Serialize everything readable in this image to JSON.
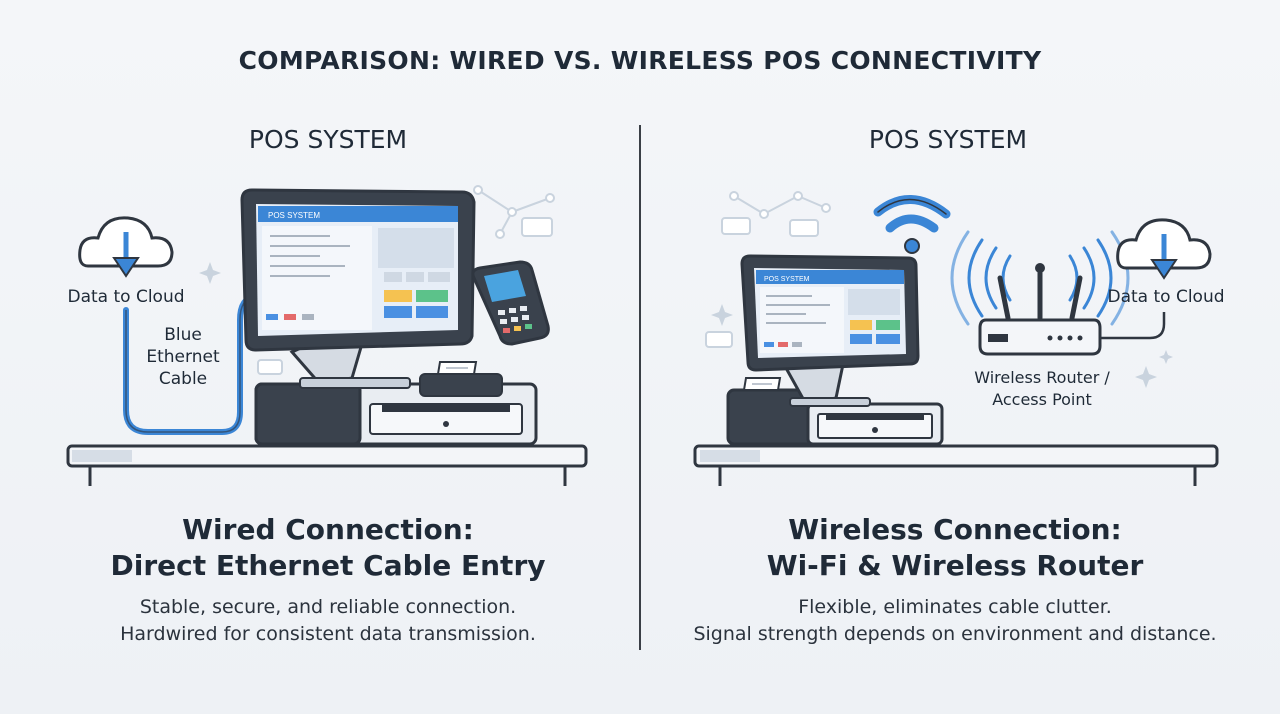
{
  "title": "COMPARISON: WIRED VS. WIRELESS POS CONNECTIVITY",
  "wired": {
    "heading": "POS SYSTEM",
    "screen_title": "POS SYSTEM",
    "cloud_label": "Data to Cloud",
    "cable_label_1": "Blue",
    "cable_label_2": "Ethernet",
    "cable_label_3": "Cable",
    "caption_title_1": "Wired Connection:",
    "caption_title_2": "Direct Ethernet Cable Entry",
    "caption_body_1": "Stable, secure, and reliable connection.",
    "caption_body_2": "Hardwired for consistent data transmission."
  },
  "wireless": {
    "heading": "POS SYSTEM",
    "screen_title": "POS SYSTEM",
    "cloud_label": "Data to Cloud",
    "router_label_1": "Wireless Router /",
    "router_label_2": "Access Point",
    "caption_title_1": "Wireless Connection:",
    "caption_title_2": "Wi-Fi & Wireless Router",
    "caption_body_1": "Flexible, eliminates cable clutter.",
    "caption_body_2": "Signal strength depends on environment and distance."
  },
  "colors": {
    "accent_blue": "#3b86d6",
    "dark": "#2f3640",
    "screen_bg": "#e7eef7",
    "key_yellow": "#f5c251",
    "key_green": "#5cc28a",
    "key_blue": "#4a90e2"
  }
}
